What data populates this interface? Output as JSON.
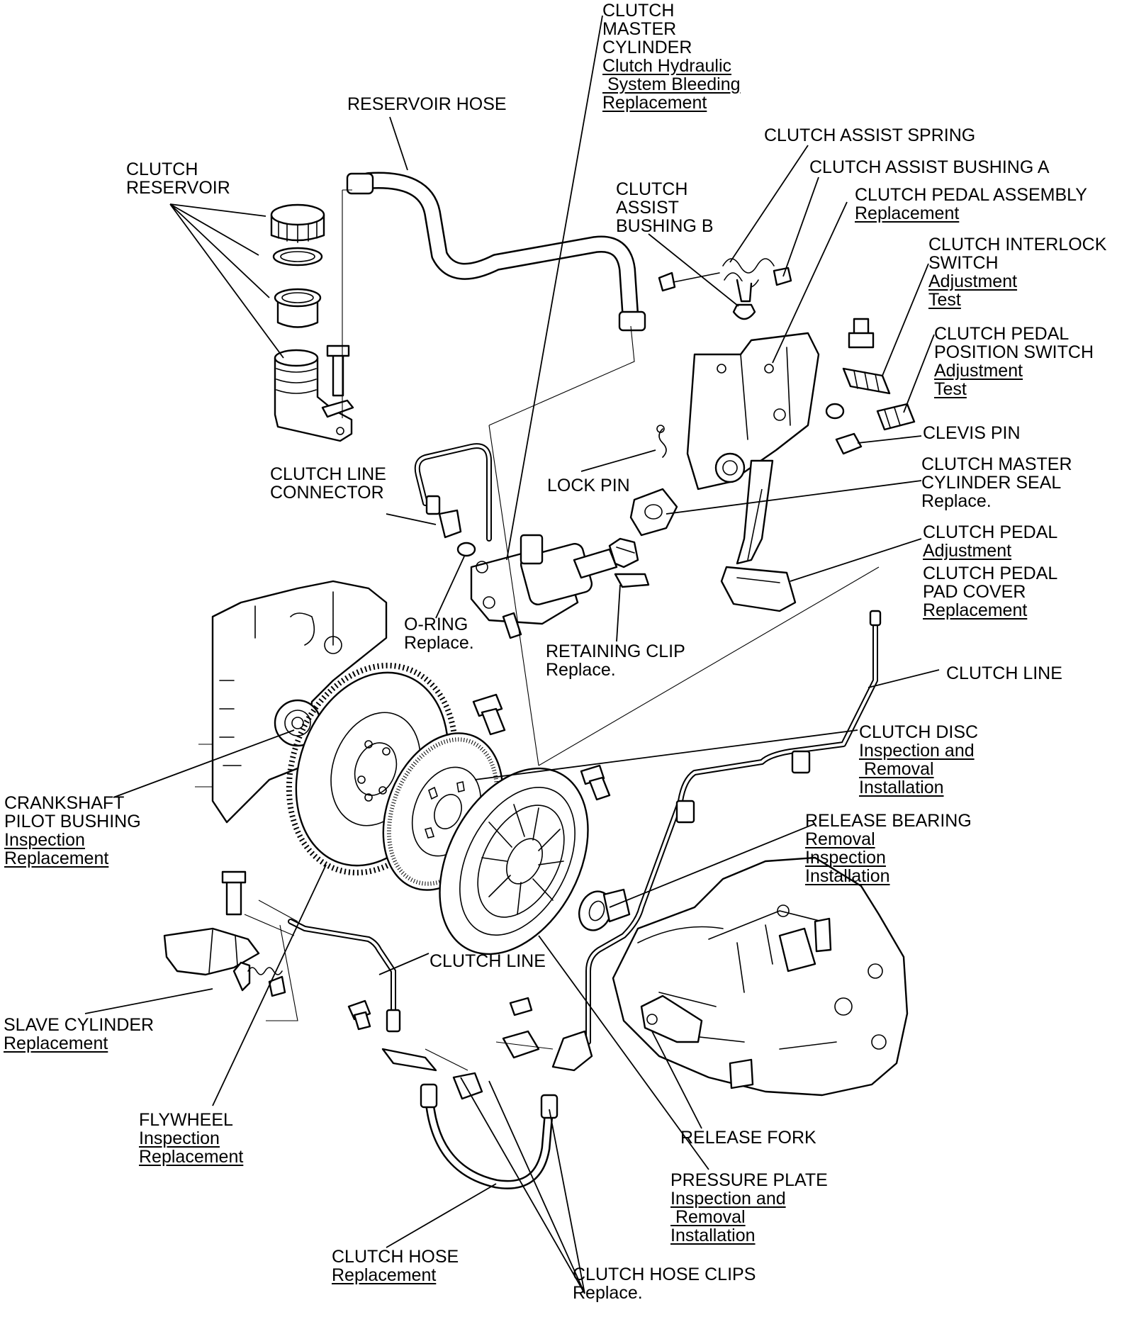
{
  "labels": {
    "clutch_master_cylinder": {
      "title": [
        "CLUTCH",
        "MASTER",
        "CYLINDER"
      ],
      "links": [
        "Clutch Hydraulic",
        " System Bleeding",
        "Replacement"
      ]
    },
    "reservoir_hose": {
      "title": [
        "RESERVOIR HOSE"
      ],
      "links": []
    },
    "clutch_reservoir": {
      "title": [
        "CLUTCH",
        "RESERVOIR"
      ],
      "links": []
    },
    "clutch_assist_spring": {
      "title": [
        "CLUTCH ASSIST SPRING"
      ],
      "links": []
    },
    "clutch_assist_bushing_a": {
      "title": [
        "CLUTCH ASSIST BUSHING A"
      ],
      "links": []
    },
    "clutch_assist_bushing_b": {
      "title": [
        "CLUTCH",
        "ASSIST",
        "BUSHING B"
      ],
      "links": []
    },
    "clutch_pedal_assembly": {
      "title": [
        "CLUTCH PEDAL ASSEMBLY"
      ],
      "links": [
        "Replacement"
      ]
    },
    "clutch_interlock_switch": {
      "title": [
        "CLUTCH INTERLOCK",
        "SWITCH"
      ],
      "links": [
        "Adjustment",
        "Test"
      ]
    },
    "clutch_pedal_position_switch": {
      "title": [
        "CLUTCH PEDAL",
        "POSITION SWITCH"
      ],
      "links": [
        "Adjustment",
        "Test"
      ]
    },
    "clevis_pin": {
      "title": [
        "CLEVIS PIN"
      ],
      "links": []
    },
    "clutch_line_connector": {
      "title": [
        "CLUTCH LINE",
        "CONNECTOR"
      ],
      "links": []
    },
    "lock_pin": {
      "title": [
        "LOCK PIN"
      ],
      "links": []
    },
    "clutch_master_cylinder_seal": {
      "title": [
        "CLUTCH MASTER",
        "CYLINDER SEAL",
        "Replace."
      ],
      "links": []
    },
    "clutch_pedal": {
      "title": [
        "CLUTCH PEDAL"
      ],
      "links": [
        "Adjustment"
      ]
    },
    "clutch_pedal_pad_cover": {
      "title": [
        "CLUTCH PEDAL",
        "PAD COVER"
      ],
      "links": [
        "Replacement"
      ]
    },
    "o_ring": {
      "title": [
        "O-RING",
        "Replace."
      ],
      "links": []
    },
    "retaining_clip": {
      "title": [
        "RETAINING CLIP",
        "Replace."
      ],
      "links": []
    },
    "clutch_line_upper": {
      "title": [
        "CLUTCH LINE"
      ],
      "links": []
    },
    "clutch_disc": {
      "title": [
        "CLUTCH DISC"
      ],
      "links": [
        "Inspection and",
        " Removal",
        "Installation"
      ]
    },
    "crankshaft_pilot_bushing": {
      "title": [
        "CRANKSHAFT",
        "PILOT BUSHING"
      ],
      "links": [
        "Inspection",
        "Replacement"
      ]
    },
    "release_bearing": {
      "title": [
        "RELEASE BEARING"
      ],
      "links": [
        "Removal",
        "Inspection",
        "Installation"
      ]
    },
    "clutch_line_lower": {
      "title": [
        "CLUTCH LINE"
      ],
      "links": []
    },
    "slave_cylinder": {
      "title": [
        "SLAVE CYLINDER"
      ],
      "links": [
        "Replacement"
      ]
    },
    "flywheel": {
      "title": [
        "FLYWHEEL"
      ],
      "links": [
        "Inspection",
        "Replacement"
      ]
    },
    "release_fork": {
      "title": [
        "RELEASE FORK"
      ],
      "links": []
    },
    "pressure_plate": {
      "title": [
        "PRESSURE PLATE"
      ],
      "links": [
        "Inspection and",
        " Removal",
        "Installation"
      ]
    },
    "clutch_hose": {
      "title": [
        "CLUTCH HOSE"
      ],
      "links": [
        "Replacement"
      ]
    },
    "clutch_hose_clips": {
      "title": [
        "CLUTCH HOSE CLIPS",
        "Replace."
      ],
      "links": []
    }
  }
}
